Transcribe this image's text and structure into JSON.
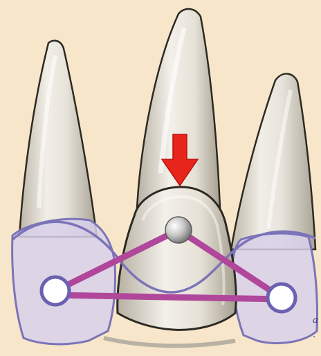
{
  "caption": {
    "line1": "a",
    "line2": "."
  },
  "colors": {
    "background": "#f7e6c9",
    "tooth_enamel": "#ebe7df",
    "tooth_outline": "#2c2924",
    "crown_overlay": "#d8d0ea",
    "crown_outline": "#7b74b8",
    "connector": "#b0479b",
    "ring_outline": "#6a61b1",
    "arrow": "#e8251b",
    "caption": "#2d3d85"
  },
  "icons": {
    "arrow": "down-arrow-icon",
    "pivot": "metal-sphere-marker",
    "anchors": "ring-marker"
  }
}
